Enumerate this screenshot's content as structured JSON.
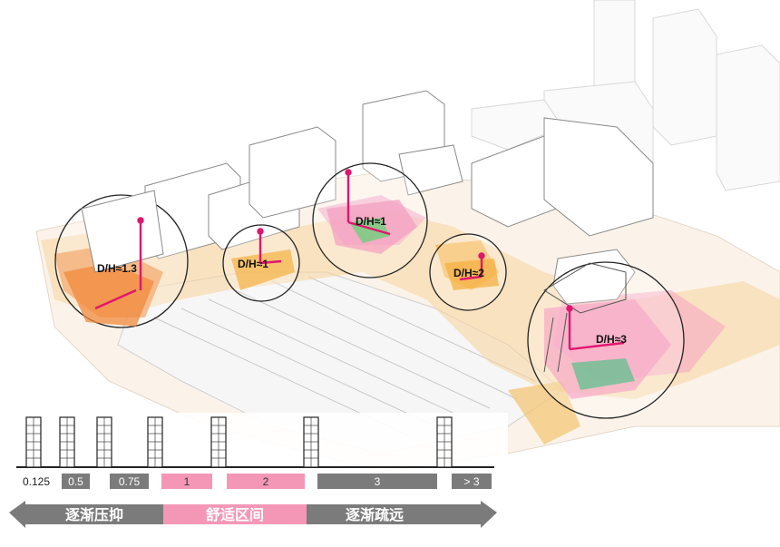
{
  "annotations": {
    "dh1": "D/H≈1.3",
    "dh2": "D/H≈1",
    "dh3": "D/H≈1",
    "dh4": "D/H≈2",
    "dh5": "D/H≈3"
  },
  "scale": {
    "ticks": [
      "0.125",
      "0.5",
      "0.75",
      "1",
      "2",
      "3",
      "> 3"
    ],
    "ranges": {
      "compressed": "逐渐压抑",
      "comfortable": "舒适区间",
      "distant": "逐渐疏远"
    }
  },
  "colors": {
    "highlight_pink": "#e0166e",
    "comfort_pink": "#f497b6",
    "neutral_gray": "#7b7b7b"
  }
}
